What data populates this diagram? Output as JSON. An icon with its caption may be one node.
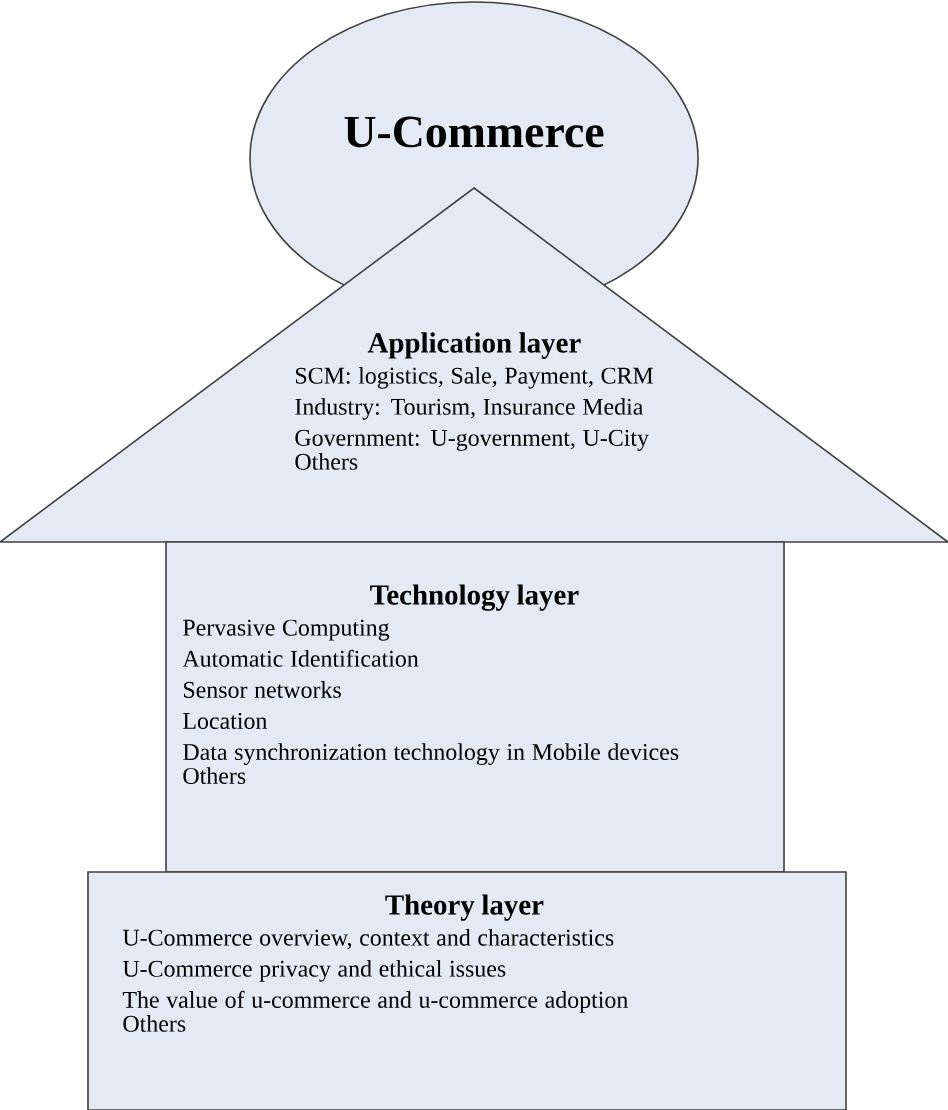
{
  "diagram": {
    "nodes": [
      {
        "text": [
          "U-Commerce"
        ]
      },
      {
        "text": [
          "Application layer",
          "SCM: logistics, Sale, Payment, CRM",
          "Industry: Tourism, Insurance Media",
          "Government: U-government, U-City",
          "Others"
        ]
      },
      {
        "text": [
          "Technology layer",
          "Pervasive Computing",
          "Automatic Identification",
          "Sensor networks",
          "Location",
          "Data synchronization technology in Mobile devices",
          "Others"
        ]
      },
      {
        "text": [
          "Theory layer",
          "U-Commerce overview, context and characteristics",
          "U-Commerce privacy and ethical issues",
          "The value of u-commerce and u-commerce adoption",
          "Others"
        ]
      }
    ]
  }
}
